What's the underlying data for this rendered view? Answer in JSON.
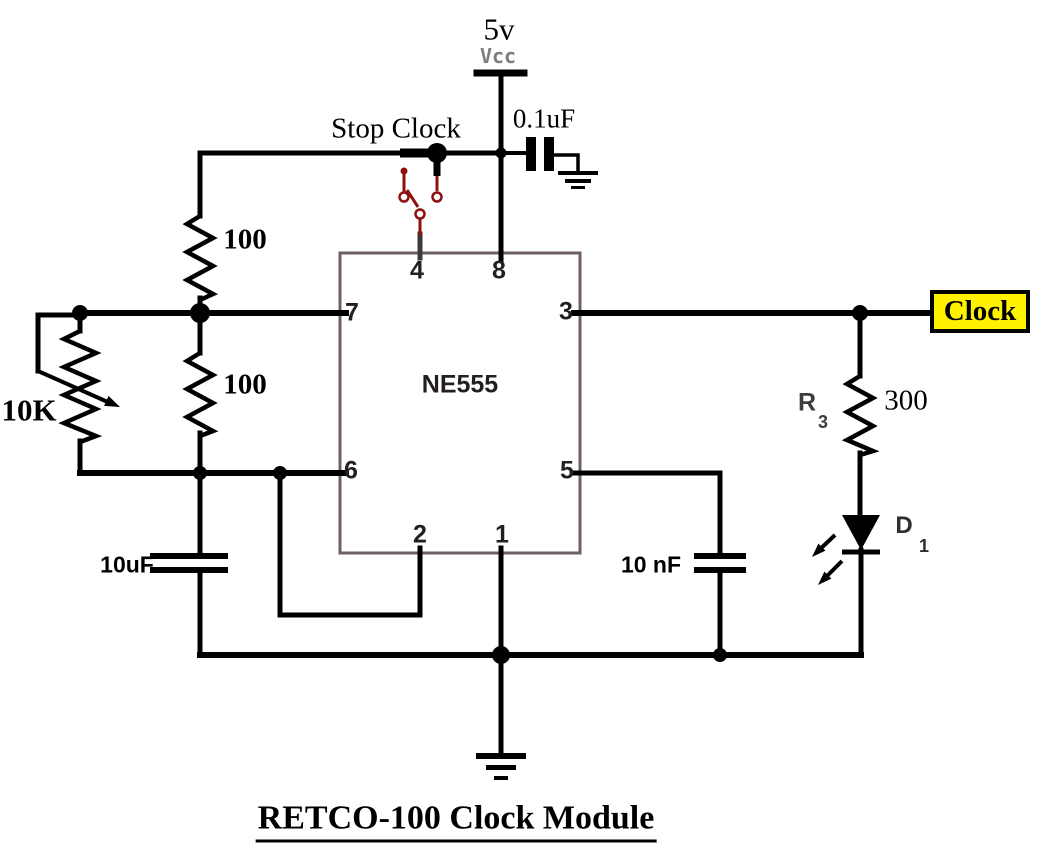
{
  "title": "RETCO-100 Clock Module",
  "power": {
    "voltage": "5v",
    "rail_label": "Vcc"
  },
  "controls": {
    "stop_clock_label": "Stop Clock"
  },
  "ic": {
    "name": "NE555",
    "pins": {
      "pin1": "1",
      "pin2": "2",
      "pin3": "3",
      "pin4": "4",
      "pin5": "5",
      "pin6": "6",
      "pin7": "7",
      "pin8": "8"
    }
  },
  "components": {
    "bypass_capacitor": "0.1uF",
    "timing_capacitor": "10uF",
    "control_capacitor": "10 nF",
    "resistor_r1": "100",
    "resistor_r2": "100",
    "potentiometer": "10K",
    "resistor_r3": {
      "name": "R",
      "subscript": "3",
      "value": "300"
    },
    "led": {
      "name": "D",
      "subscript": "1"
    }
  },
  "output": {
    "label": "Clock"
  },
  "colors": {
    "wire": "#000000",
    "switch": "#8e1010",
    "ic_border": "#6e6060",
    "rail_text": "#7d7d7d",
    "output_bg": "#fff200",
    "background": "#ffffff"
  }
}
